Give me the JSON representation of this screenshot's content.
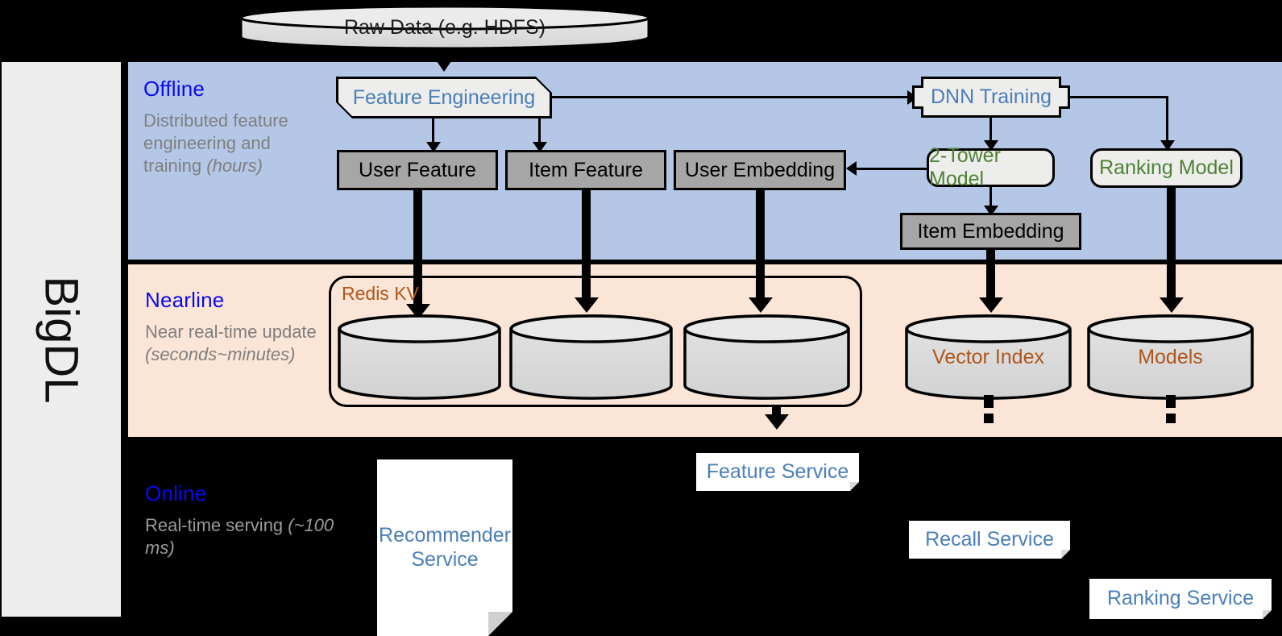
{
  "sidebar": {
    "label": "BigDL"
  },
  "bands": {
    "offline": {
      "title": "Offline",
      "desc_plain": "Distributed feature engineering and training ",
      "desc_italic": "(hours)"
    },
    "nearline": {
      "title": "Nearline",
      "desc_plain": "Near real-time update ",
      "desc_italic": "(seconds~minutes)"
    },
    "online": {
      "title": "Online",
      "desc_plain": "Real-time serving ",
      "desc_italic": "(~100 ms)"
    }
  },
  "source": {
    "raw_data": "Raw Data (e.g. HDFS)"
  },
  "offline_nodes": {
    "feature_engineering": "Feature Engineering",
    "dnn_training": "DNN Training",
    "user_feature": "User Feature",
    "item_feature": "Item Feature",
    "user_embedding": "User Embedding",
    "two_tower_model": "2-Tower Model",
    "ranking_model": "Ranking Model",
    "item_embedding": "Item Embedding"
  },
  "nearline_nodes": {
    "redis_kv": "Redis KV",
    "store_1": "",
    "store_2": "",
    "store_3": "",
    "vector_index": "Vector Index",
    "models": "Models"
  },
  "online_nodes": {
    "recommender_service": "Recommender Service",
    "feature_service": "Feature Service",
    "recall_service": "Recall Service",
    "ranking_service": "Ranking Service"
  },
  "colors": {
    "offline_band": "#b4c7e7",
    "nearline_band": "#fbe5d6",
    "online_band": "#000000",
    "sidebar": "#ededed",
    "band_title": "#0a0af0",
    "band_desc": "#7f7f7f",
    "blue_text": "#4a7ebb",
    "green_text": "#4e8234",
    "brown_text": "#b0561b",
    "gray_box": "#a6a6a6",
    "pale_box": "#ededeb"
  }
}
